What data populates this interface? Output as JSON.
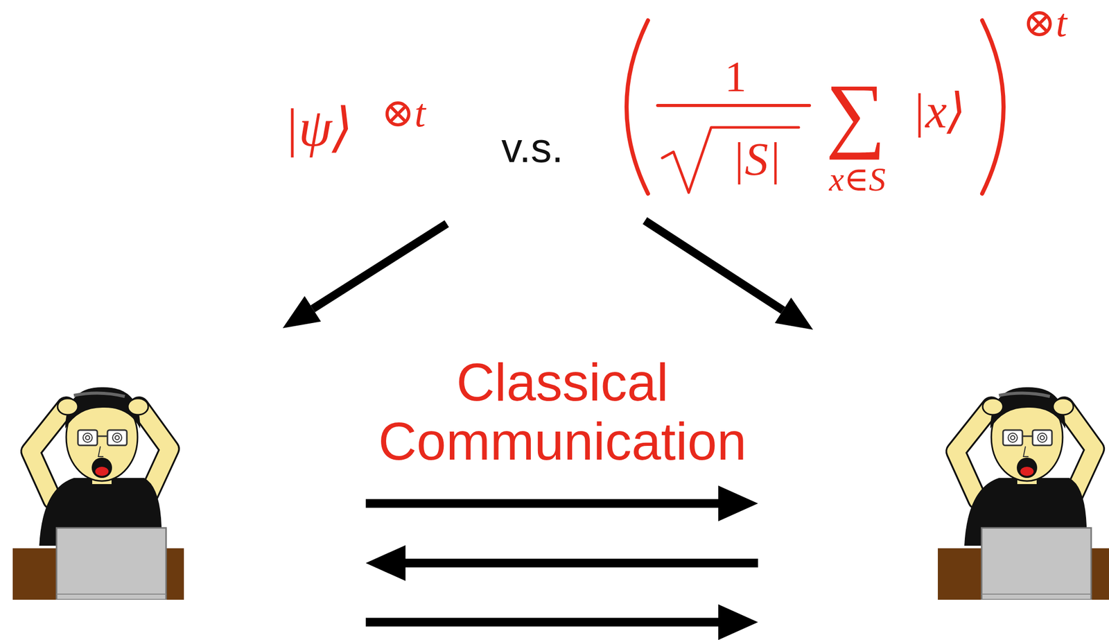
{
  "diagram": {
    "labels": [
      "|ψ⟩",
      "⊗t",
      "v.s.",
      "1",
      "|S|",
      "∑",
      "x∈S",
      "|x⟩",
      "⊗t",
      "Classical Communication"
    ]
  }
}
